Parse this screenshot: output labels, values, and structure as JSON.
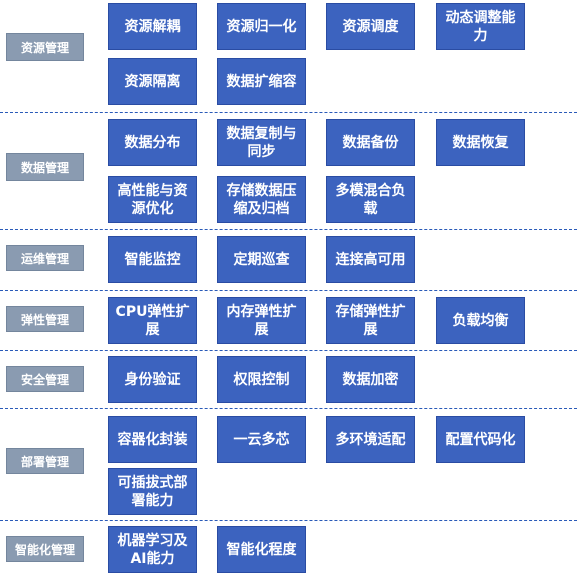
{
  "sections": [
    {
      "name": "资源管理",
      "items": [
        "资源解耦",
        "资源归一化",
        "资源调度",
        "动态调整能力",
        "资源隔离",
        "数据扩缩容"
      ]
    },
    {
      "name": "数据管理",
      "items": [
        "数据分布",
        "数据复制与同步",
        "数据备份",
        "数据恢复",
        "高性能与资源优化",
        "存储数据压缩及归档",
        "多模混合负载"
      ]
    },
    {
      "name": "运维管理",
      "items": [
        "智能监控",
        "定期巡查",
        "连接高可用"
      ]
    },
    {
      "name": "弹性管理",
      "items": [
        "CPU弹性扩展",
        "内存弹性扩展",
        "存储弹性扩展",
        "负载均衡"
      ]
    },
    {
      "name": "安全管理",
      "items": [
        "身份验证",
        "权限控制",
        "数据加密"
      ]
    },
    {
      "name": "部署管理",
      "items": [
        "容器化封装",
        "一云多芯",
        "多环境适配",
        "配置代码化",
        "可插拔式部署能力"
      ]
    },
    {
      "name": "智能化管理",
      "items": [
        "机器学习及AI能力",
        "智能化程度"
      ]
    }
  ]
}
